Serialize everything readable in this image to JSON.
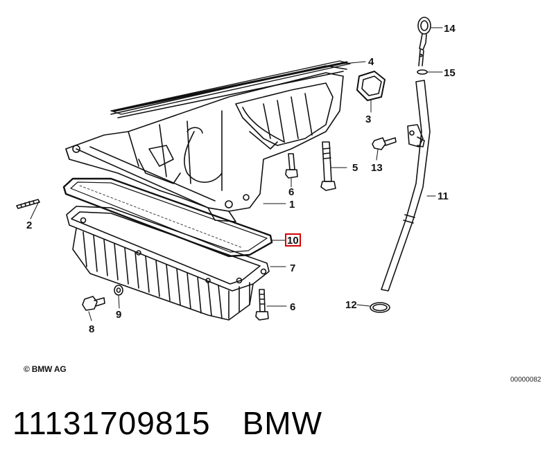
{
  "diagram": {
    "callouts": [
      "1",
      "2",
      "3",
      "4",
      "5",
      "6",
      "6",
      "7",
      "8",
      "9",
      "10",
      "11",
      "12",
      "13",
      "14",
      "15"
    ],
    "highlighted_callout": "10",
    "highlight_color": "#d40000",
    "copyright": "© BMW AG",
    "diagram_id": "00000082"
  },
  "caption": {
    "part_number": "11131709815",
    "brand": "BMW"
  }
}
